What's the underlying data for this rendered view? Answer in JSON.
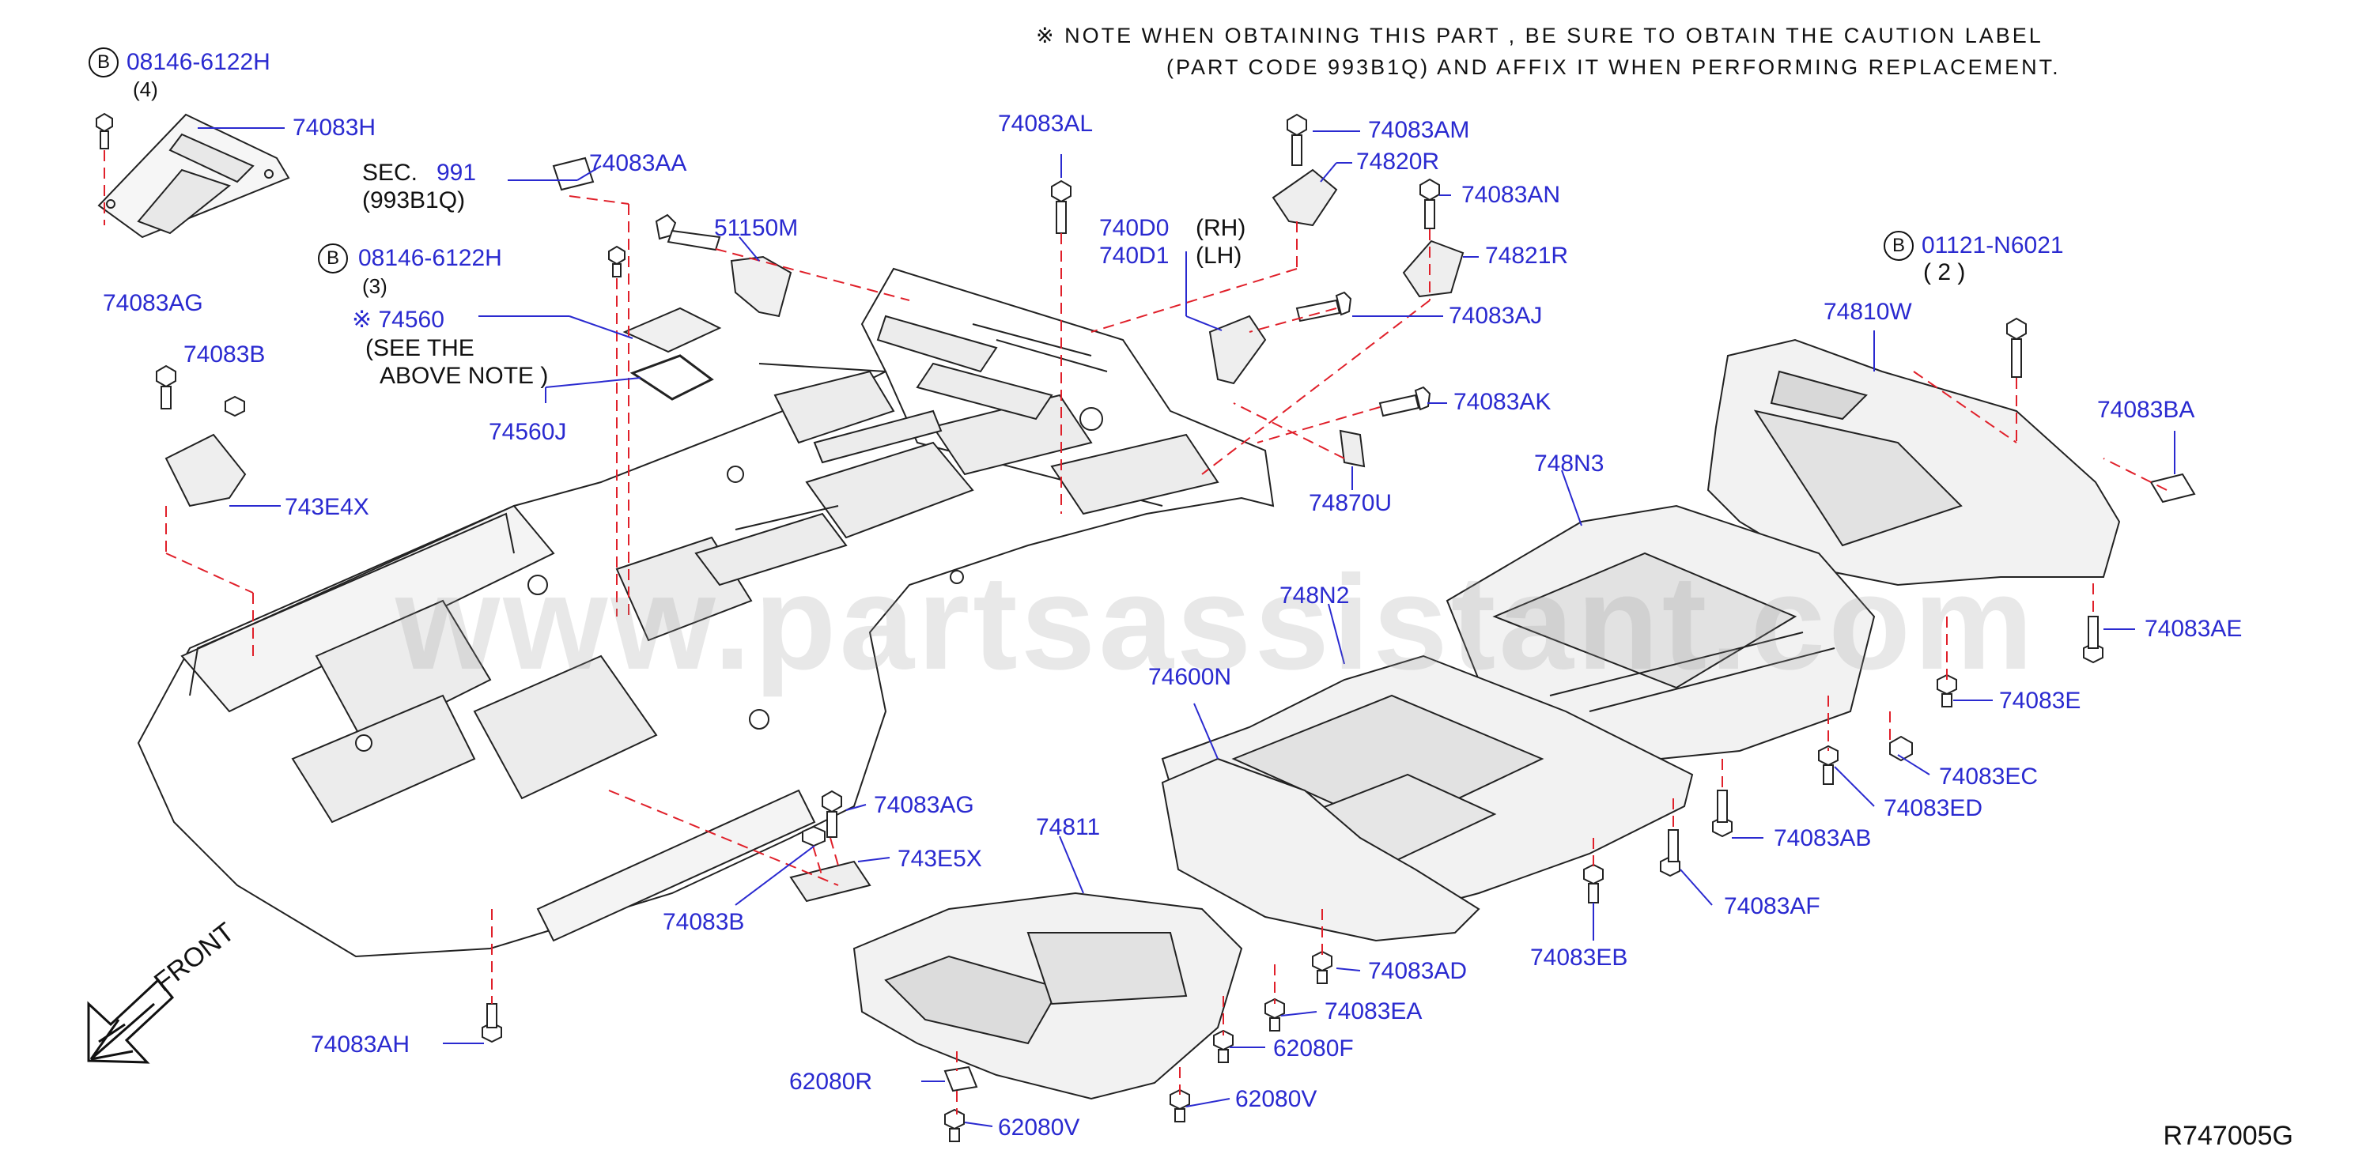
{
  "note": {
    "line1": "※ NOTE  WHEN OBTAINING THIS PART , BE SURE TO OBTAIN THE CAUTION LABEL",
    "line2": "(PART CODE 993B1Q) AND AFFIX IT WHEN PERFORMING REPLACEMENT."
  },
  "callouts": {
    "b_08146_a": "08146-6122H",
    "b_08146_a_qty": "(4)",
    "p74083H": "74083H",
    "sec_label": "SEC.",
    "sec_num": "991",
    "sec_code": "(993B1Q)",
    "p74083AA": "74083AA",
    "b_08146_b": "08146-6122H",
    "b_08146_b_qty": "(3)",
    "p51150M": "51150M",
    "p74560": "※ 74560",
    "see_note_1": "(SEE   THE",
    "see_note_2": "ABOVE   NOTE   )",
    "p74560J": "74560J",
    "p74083AG_top": "74083AG",
    "p74083B_top": "74083B",
    "p743E4X": "743E4X",
    "p74083AL": "74083AL",
    "p74083AM": "74083AM",
    "p74820R": "74820R",
    "p740D0": "740D0",
    "rh": "(RH)",
    "p740D1": "740D1",
    "lh": "(LH)",
    "p74083AN": "74083AN",
    "p74821R": "74821R",
    "p74083AJ": "74083AJ",
    "p74083AK": "74083AK",
    "p74870U": "74870U",
    "b_01121": "01121-N6021",
    "b_01121_qty": "(  2  )",
    "p74810W": "74810W",
    "p74083BA": "74083BA",
    "p748N3": "748N3",
    "p748N2": "748N2",
    "p74083AE": "74083AE",
    "p74083E": "74083E",
    "p74600N": "74600N",
    "p74083EC": "74083EC",
    "p74083ED": "74083ED",
    "p74083AB": "74083AB",
    "p74083AG_mid": "74083AG",
    "p743E5X": "743E5X",
    "p74811": "74811",
    "p74083AF": "74083AF",
    "p74083B_mid": "74083B",
    "p74083EB": "74083EB",
    "p74083AD": "74083AD",
    "p74083EA": "74083EA",
    "p62080F": "62080F",
    "p74083AH": "74083AH",
    "p62080R": "62080R",
    "p62080V_a": "62080V",
    "p62080V_b": "62080V"
  },
  "bolt_marker": "B",
  "front_label": "FRONT",
  "watermark": "www.partsassistant.com",
  "diagram_code": "R747005G",
  "colors": {
    "callout": "#2a2ad0",
    "leader_dash": "#e0202a",
    "line": "#222222"
  }
}
